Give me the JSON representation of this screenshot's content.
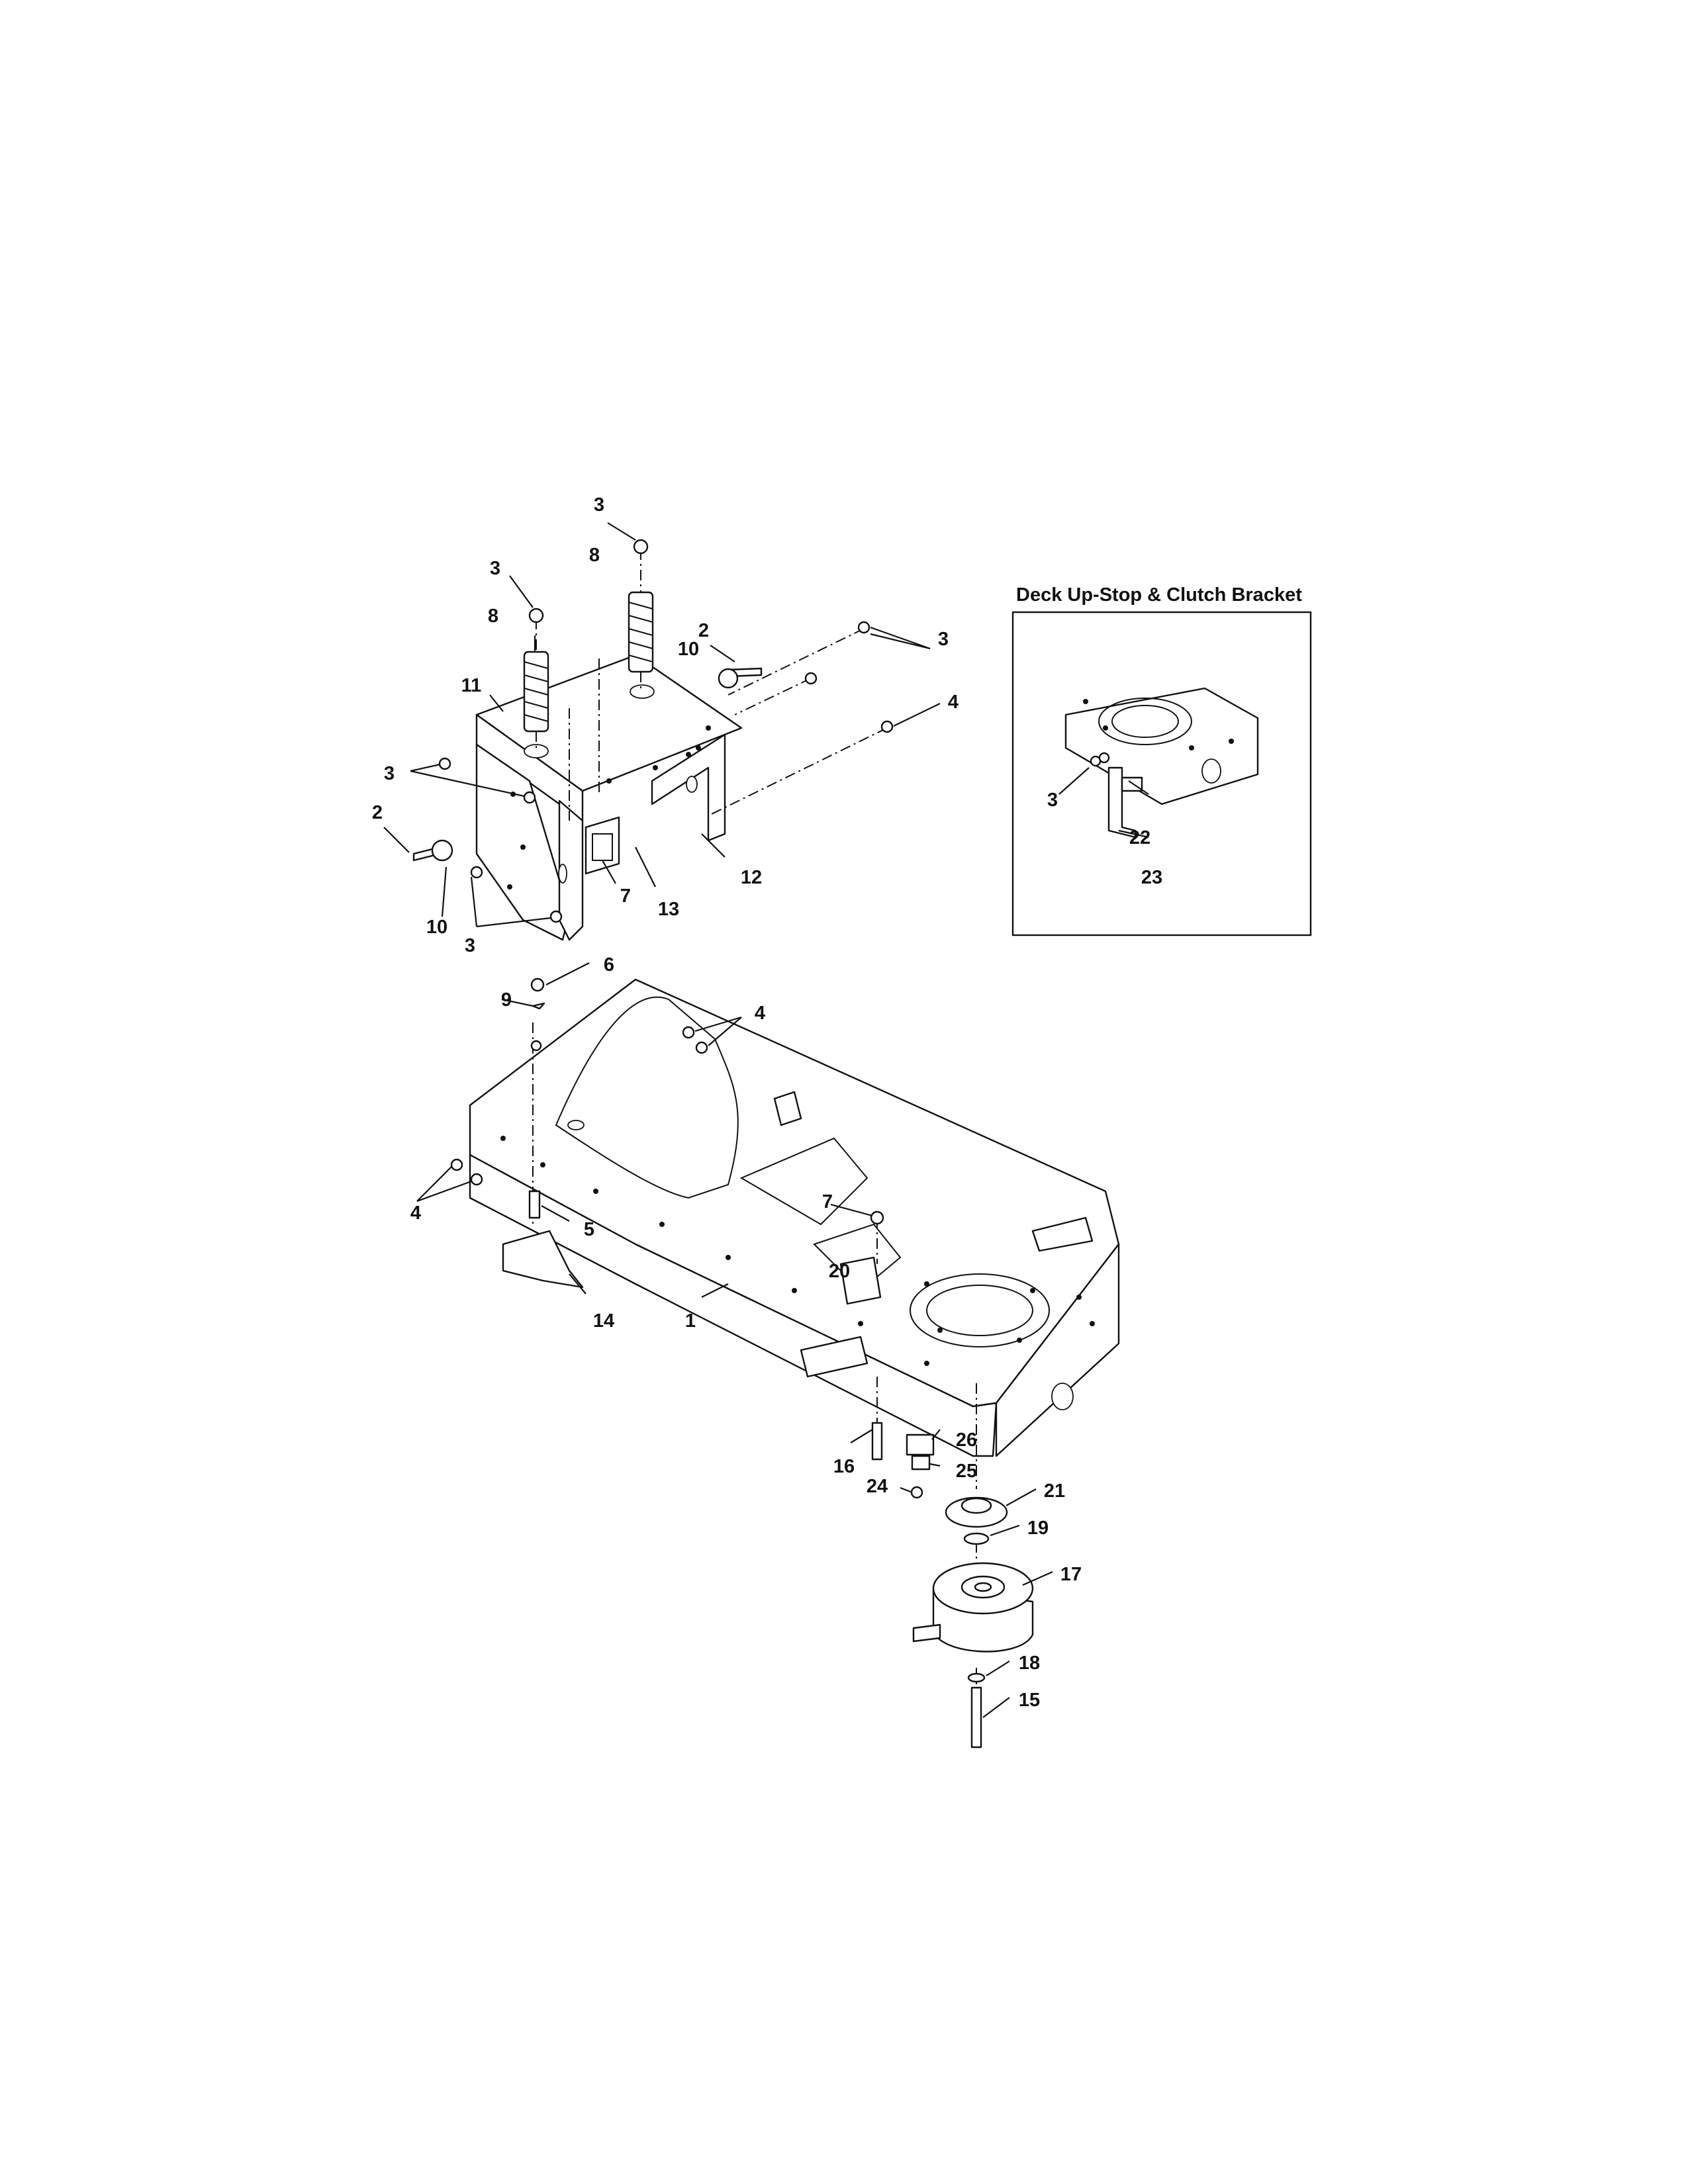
{
  "inset": {
    "title": "Deck Up-Stop & Clutch Bracket",
    "callouts": [
      "3",
      "22",
      "23"
    ]
  },
  "callouts": {
    "c3a": "3",
    "c8a": "8",
    "c3b": "3",
    "c8b": "8",
    "c2a": "2",
    "c10a": "10",
    "c3c": "3",
    "c11": "11",
    "c4a": "4",
    "c3d": "3",
    "c2b": "2",
    "c7a": "7",
    "c13": "13",
    "c12": "12",
    "c10b": "10",
    "c3e": "3",
    "c6": "6",
    "c9": "9",
    "c4b": "4",
    "c4c": "4",
    "c5": "5",
    "c7b": "7",
    "c20": "20",
    "c14": "14",
    "c1": "1",
    "c16": "16",
    "c26": "26",
    "c25": "25",
    "c24": "24",
    "c21": "21",
    "c19": "19",
    "c17": "17",
    "c18": "18",
    "c15": "15"
  }
}
